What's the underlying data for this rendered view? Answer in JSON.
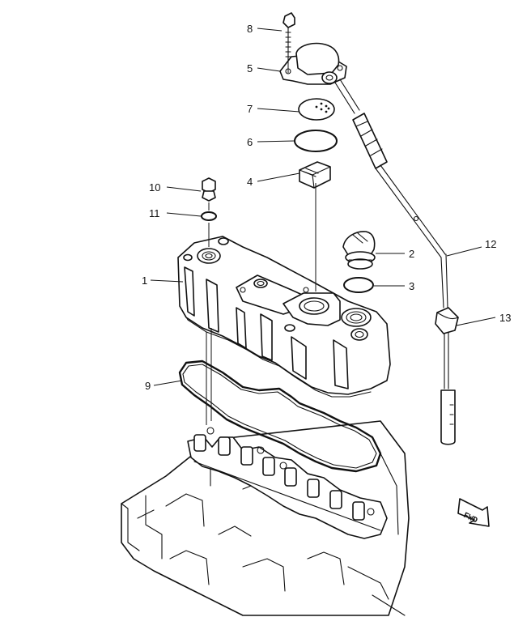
{
  "diagram": {
    "callouts": [
      {
        "id": "1",
        "label": "1",
        "part": "cylinder-head-cover"
      },
      {
        "id": "2",
        "label": "2",
        "part": "oil-filler-cap"
      },
      {
        "id": "3",
        "label": "3",
        "part": "filler-cap-o-ring"
      },
      {
        "id": "4",
        "label": "4",
        "part": "bracket-clip"
      },
      {
        "id": "5",
        "label": "5",
        "part": "breather-cover"
      },
      {
        "id": "6",
        "label": "6",
        "part": "breather-o-ring"
      },
      {
        "id": "7",
        "label": "7",
        "part": "breather-element-plate"
      },
      {
        "id": "8",
        "label": "8",
        "part": "breather-bolt"
      },
      {
        "id": "9",
        "label": "9",
        "part": "cover-gasket"
      },
      {
        "id": "10",
        "label": "10",
        "part": "cover-mounting-bolt"
      },
      {
        "id": "11",
        "label": "11",
        "part": "bolt-o-ring"
      },
      {
        "id": "12",
        "label": "12",
        "part": "breather-hose"
      },
      {
        "id": "13",
        "label": "13",
        "part": "hose-clamp"
      }
    ],
    "direction_marker": {
      "text": "FWD"
    }
  }
}
